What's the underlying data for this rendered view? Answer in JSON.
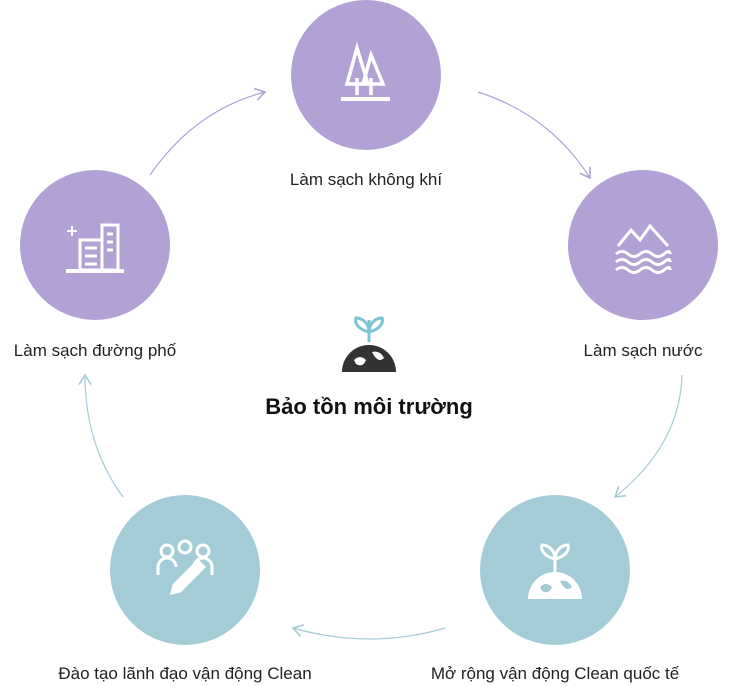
{
  "center": {
    "title": "Bảo tồn môi trường",
    "icon": "sprout-globe-icon"
  },
  "colors": {
    "purple": "#b1a1d5",
    "teal": "#a4ccd6"
  },
  "nodes": [
    {
      "label": "Làm sạch không khí",
      "icon": "trees-icon"
    },
    {
      "label": "Làm sạch nước",
      "icon": "mountain-water-icon"
    },
    {
      "label": "Mở rộng vận động Clean quốc tế",
      "icon": "sprout-globe-icon"
    },
    {
      "label": "Đào tạo lãnh đạo vận động Clean",
      "icon": "people-pencil-icon"
    },
    {
      "label": "Làm sạch đường phố",
      "icon": "buildings-icon"
    }
  ]
}
